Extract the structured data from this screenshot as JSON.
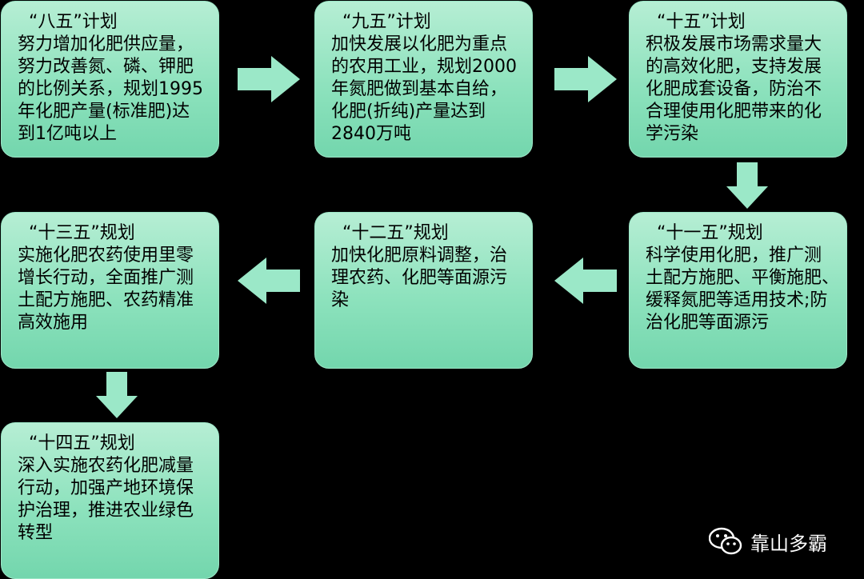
{
  "boxes": [
    {
      "title": "“八五”计划",
      "body": "努力增加化肥供应量，\n努力改善氮、磷、钾肥\n的比例关系，规划1995\n年化肥产量(标准肥)达\n到1亿吨以上"
    },
    {
      "title": "“九五”计划",
      "body": "加快发展以化肥为重点\n的农用工业，规划2000\n年氮肥做到基本自给，\n化肥(折纯)产量达到\n2840万吨"
    },
    {
      "title": "“十五”计划",
      "body": "积极发展市场需求量大\n的高效化肥，支持发展\n化肥成套设备，防治不\n合理使用化肥带来的化\n学污染"
    },
    {
      "title": "“十一五”规划",
      "body": "科学使用化肥，推广测\n土配方施肥、平衡施肥、\n缓释氮肥等适用技术;防\n治化肥等面源污"
    },
    {
      "title": "“十二五”规划",
      "body": "加快化肥原料调整，治\n理农药、化肥等面源污\n染"
    },
    {
      "title": "“十三五”规划",
      "body": "实施化肥农药使用里零\n增长行动，全面推广测\n土配方施肥、农药精准\n高效施用"
    },
    {
      "title": "“十四五”规划",
      "body": "深入实施农药化肥减量\n行动，加强产地环境保\n护治理，推进农业绿色\n转型"
    }
  ],
  "watermark": {
    "text": "靠山多霸",
    "icon": "wechat-icon"
  },
  "colors": {
    "box": "#8de2bd",
    "arrow": "#9be8c8",
    "background": "#000000"
  }
}
